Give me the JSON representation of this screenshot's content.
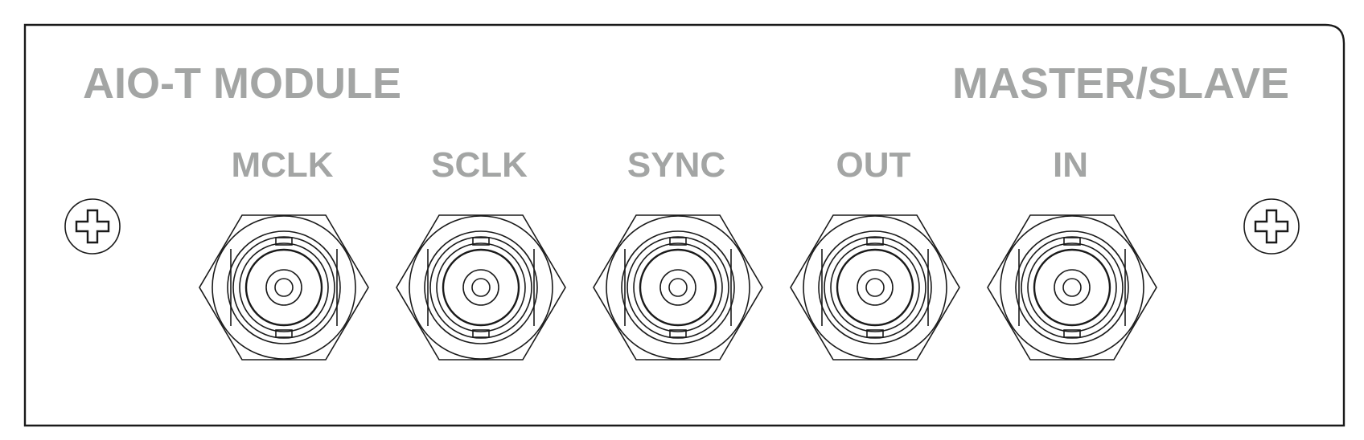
{
  "panel": {
    "module_title": "AIO-T MODULE",
    "group_title": "MASTER/SLAVE",
    "label_color": "#a3a5a4",
    "line_color": "#1a1a1a"
  },
  "connectors": [
    {
      "label": "MCLK"
    },
    {
      "label": "SCLK"
    },
    {
      "label": "SYNC"
    },
    {
      "label": "OUT"
    },
    {
      "label": "IN"
    }
  ],
  "screws": [
    {
      "icon": "phillips-screw-icon"
    },
    {
      "icon": "phillips-screw-icon"
    }
  ]
}
